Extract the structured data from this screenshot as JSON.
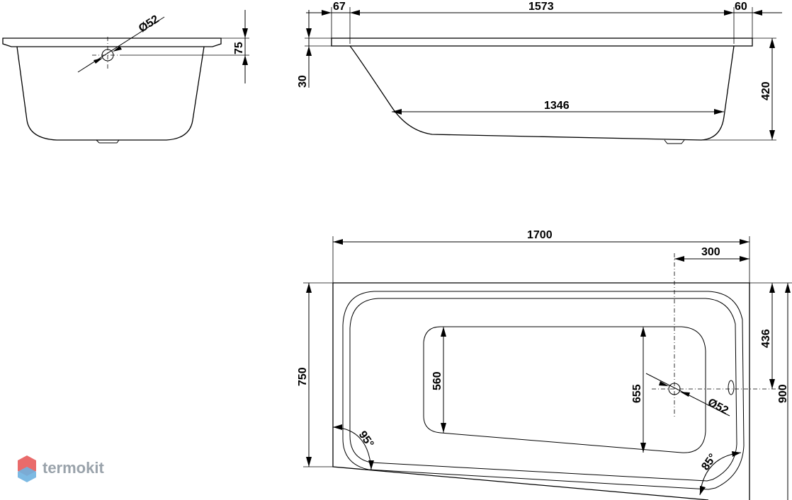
{
  "watermark": {
    "brand": "termokit"
  },
  "side_view": {
    "drain_diameter": "Ø52",
    "overflow_height": "75"
  },
  "front_view": {
    "rim_left": "67",
    "rim_top": "1573",
    "rim_right": "60",
    "rim_thickness": "30",
    "height": "420",
    "bottom_length": "1346"
  },
  "plan_view": {
    "length": "1700",
    "drain_offset": "300",
    "width_narrow": "750",
    "width_wide": "900",
    "inner_width_left": "560",
    "inner_width_right": "655",
    "drain_to_edge": "436",
    "drain_diameter": "Ø52",
    "angle_left": "95°",
    "angle_right": "85°"
  },
  "colors": {
    "line": "#000000",
    "watermark_logo": "#e96b6b",
    "watermark_logo_2": "#6fb3e0"
  }
}
